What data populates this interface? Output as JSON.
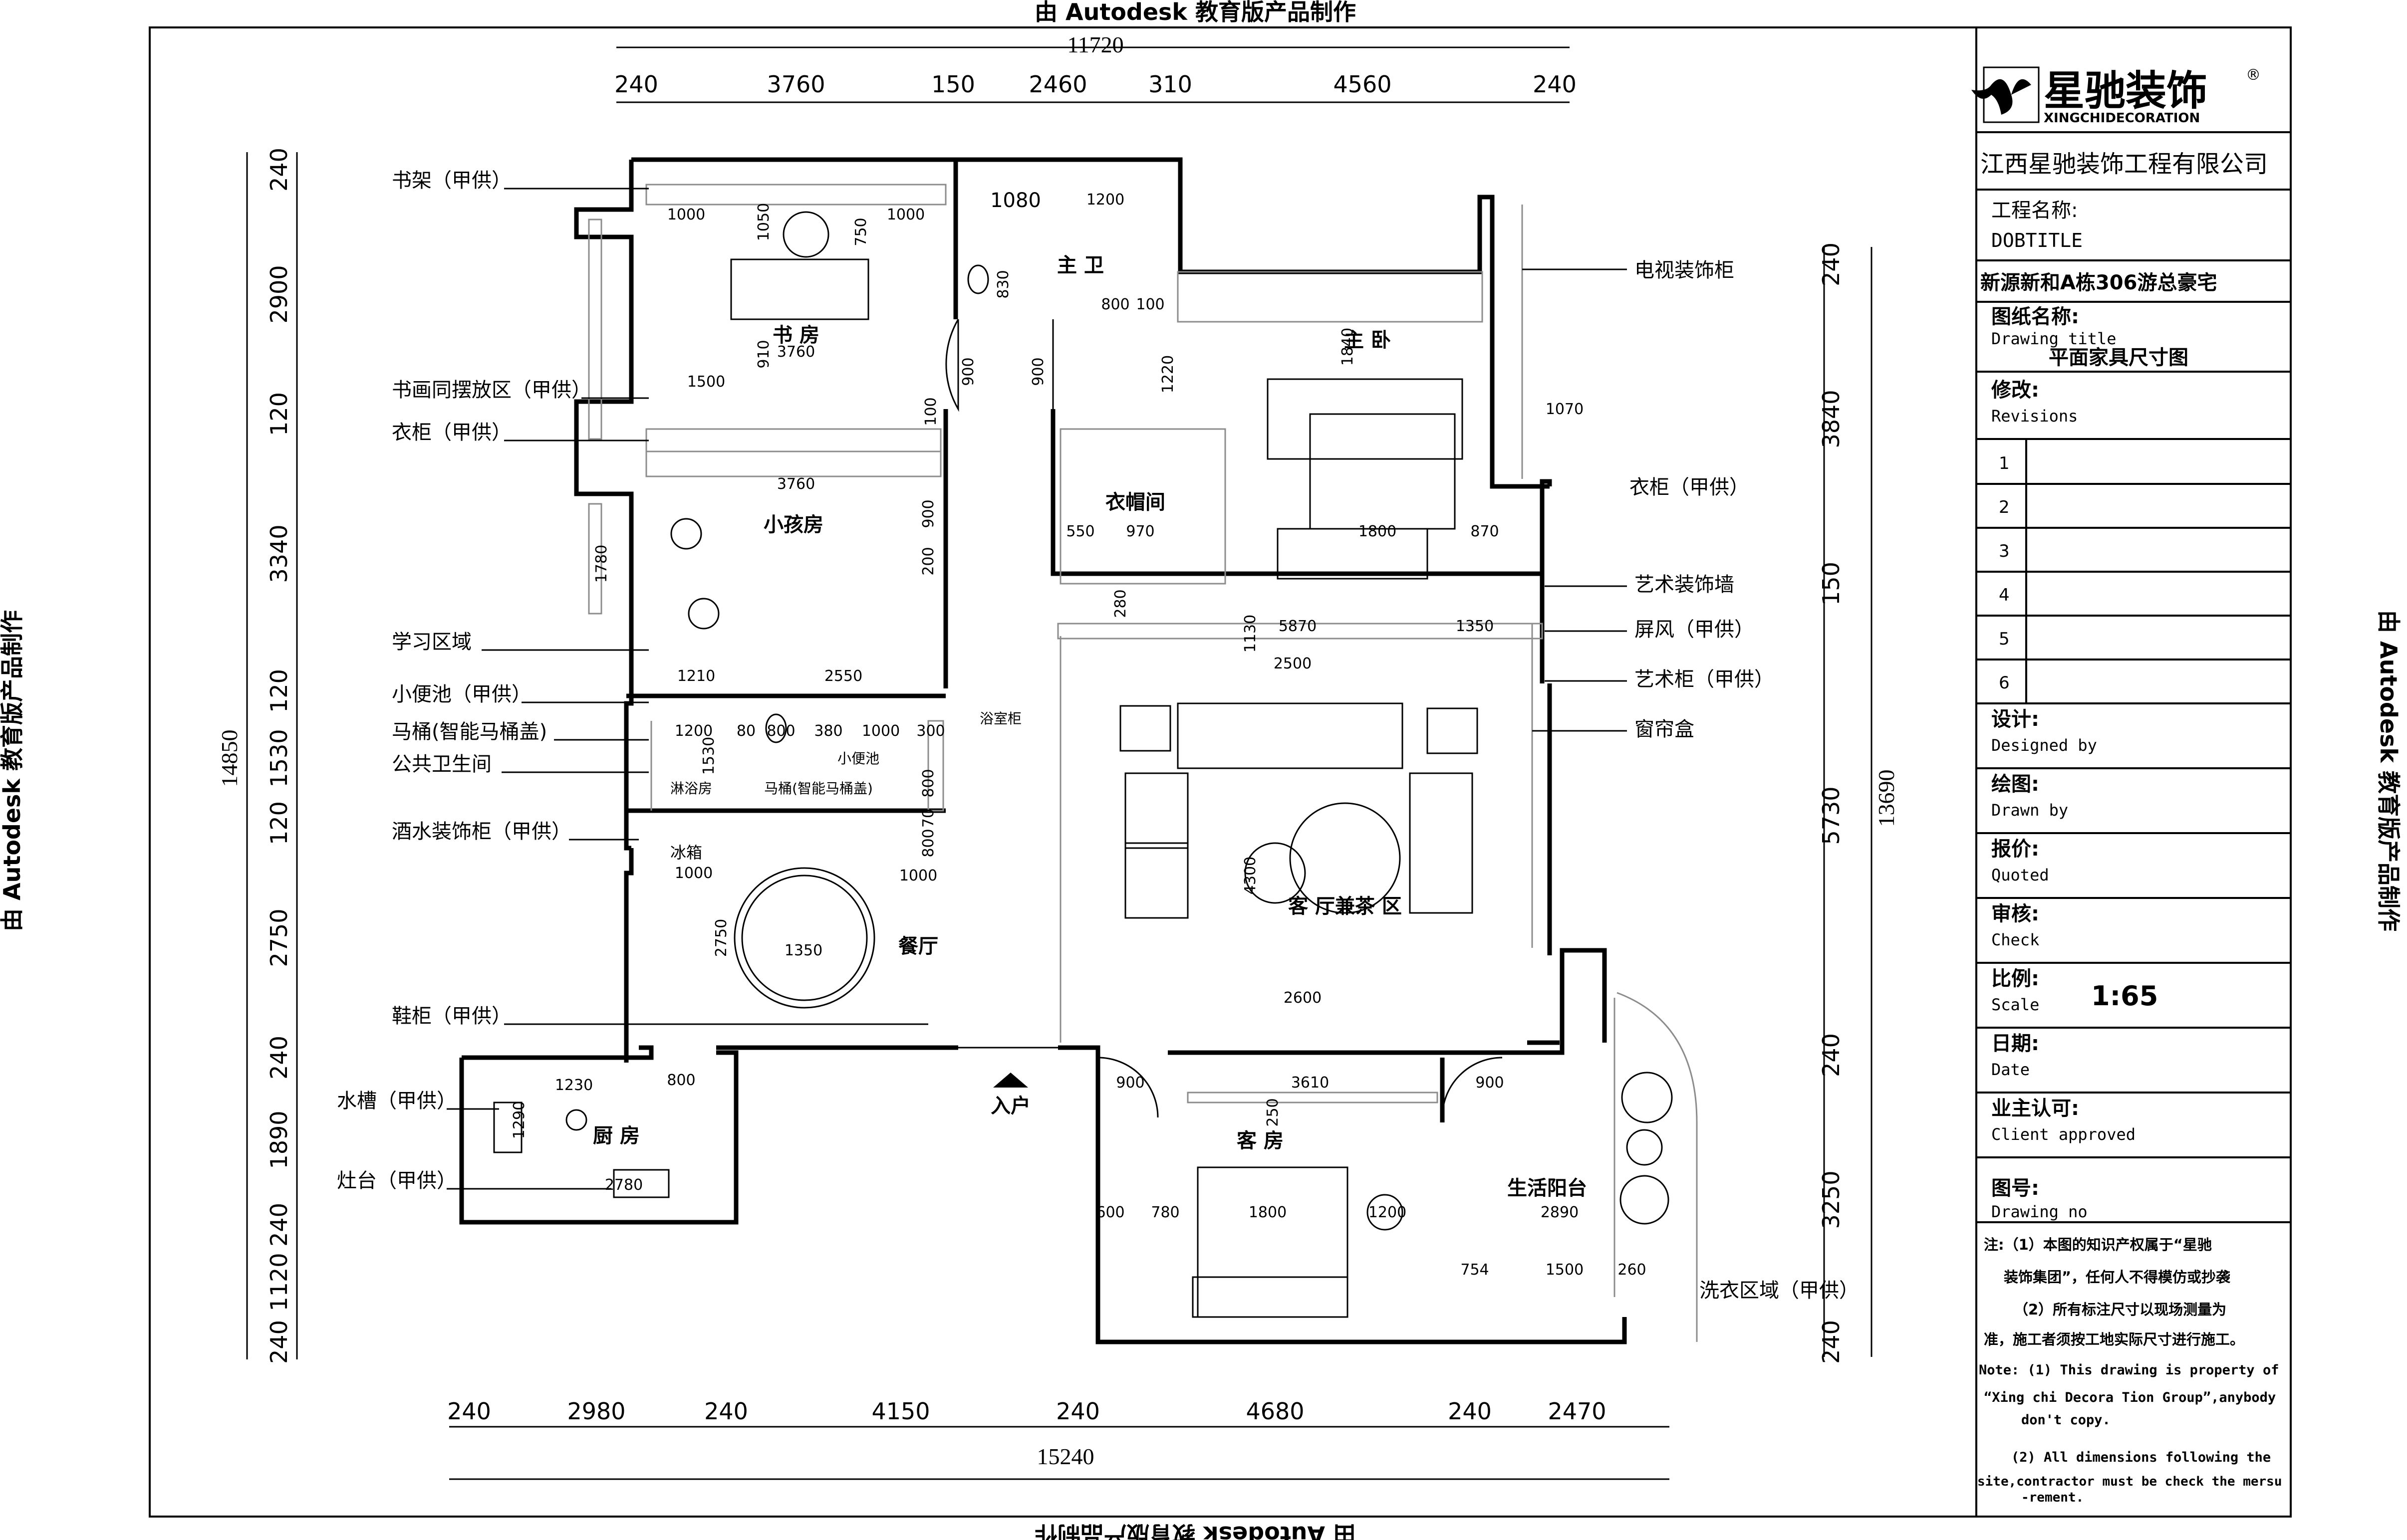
{
  "watermark": "由 Autodesk 教育版产品制作",
  "dimensions": {
    "top_total": "11720",
    "top": [
      "240",
      "3760",
      "150",
      "2460",
      "310",
      "4560",
      "240"
    ],
    "bottom_total": "15240",
    "bottom": [
      "240",
      "2980",
      "240",
      "4150",
      "240",
      "4680",
      "240",
      "2470"
    ],
    "left_total": "14850",
    "left": [
      "240",
      "2900",
      "120",
      "3340",
      "120",
      "1530",
      "120",
      "2750",
      "240",
      "1890",
      "240",
      "1120",
      "240"
    ],
    "right_total": "13690",
    "right": [
      "240",
      "3840",
      "150",
      "5730",
      "240",
      "3250",
      "240"
    ]
  },
  "rooms": {
    "study": "书 房",
    "master_bath": "主 卫",
    "master_bedroom": "主 卧",
    "kids_room": "小孩房",
    "walk_in_closet": "衣帽间",
    "living_tea": "客 厅兼茶 区",
    "dining": "餐厅",
    "kitchen": "厨 房",
    "guest_room": "客 房",
    "balcony": "生活阳台",
    "entry": "入户"
  },
  "labels_left": [
    "书架（甲供）",
    "书画同摆放区（甲供）",
    "衣柜（甲供）",
    "学习区域",
    "小便池（甲供）",
    "马桶(智能马桶盖)",
    "公共卫生间",
    "酒水装饰柜（甲供）",
    "鞋柜（甲供）",
    "水槽（甲供）",
    "灶台（甲供）"
  ],
  "labels_right": [
    "电视装饰柜",
    "衣柜（甲供）",
    "艺术装饰墙",
    "屏风（甲供）",
    "艺术柜（甲供）",
    "窗帘盒",
    "洗衣区域（甲供）"
  ],
  "inner_dims": [
    "1000",
    "1050",
    "750",
    "1000",
    "1080",
    "1200",
    "830",
    "800",
    "100",
    "910",
    "3760",
    "1500",
    "900",
    "900",
    "1220",
    "1840",
    "1070",
    "100",
    "3760",
    "900",
    "200",
    "1780",
    "550",
    "970",
    "1800",
    "870",
    "280",
    "1130",
    "5870",
    "1350",
    "1210",
    "2550",
    "2500",
    "1200",
    "80",
    "800",
    "380",
    "1000",
    "300",
    "1530",
    "800",
    "70",
    "800",
    "1000",
    "1000",
    "2750",
    "1350",
    "4300",
    "2600",
    "1230",
    "800",
    "1290",
    "2780",
    "900",
    "250",
    "3610",
    "900",
    "600",
    "780",
    "1800",
    "1200",
    "2890",
    "754",
    "1500",
    "260"
  ],
  "small_labels": {
    "shower": "淋浴房",
    "toilet": "马桶(智能马桶盖)",
    "urinal": "小便池",
    "shower_cabinet": "浴室柜",
    "fridge": "冰箱"
  },
  "title_block": {
    "brand": "星驰装饰",
    "brand_en": "XINGCHIDECORATION",
    "registered": "®",
    "company": "江西星驰装饰工程有限公司",
    "project_label": "工程名称:",
    "project_code": "DOBTITLE",
    "project_name": "新源新和A栋306游总豪宅",
    "drawing_title_label": "图纸名称:",
    "drawing_title_en": "Drawing title",
    "drawing_title": "平面家具尺寸图",
    "revision_label": "修改:",
    "revision_en": "Revisions",
    "revisions": [
      "1",
      "2",
      "3",
      "4",
      "5",
      "6"
    ],
    "design_label": "设计:",
    "design_en": "Designed by",
    "drawn_label": "绘图:",
    "drawn_en": "Drawn by",
    "quoted_label": "报价:",
    "quoted_en": "Quoted",
    "check_label": "审核:",
    "check_en": "Check",
    "scale_label": "比例:",
    "scale_en": "Scale",
    "scale_value": "1:65",
    "date_label": "日期:",
    "date_en": "Date",
    "approved_label": "业主认可:",
    "approved_en": "Client approved",
    "drawing_no_label": "图号:",
    "drawing_no_en": "Drawing no",
    "notes_cn": [
      "注:（1）本图的知识产权属于“星驰",
      "装饰集团”，任何人不得模仿或抄袭",
      "（2）所有标注尺寸以现场测量为",
      "准，施工者须按工地实际尺寸进行施工。"
    ],
    "notes_en": [
      "Note:  (1) This drawing is property of",
      "“Xing chi Decora Tion Group”,anybody",
      "don't copy.",
      "(2) All dimensions following the",
      "site,contractor must be check the mersu",
      "-rement."
    ]
  },
  "colors": {
    "ink": "#000000",
    "paper": "#ffffff",
    "light": "#8c8c8c"
  }
}
